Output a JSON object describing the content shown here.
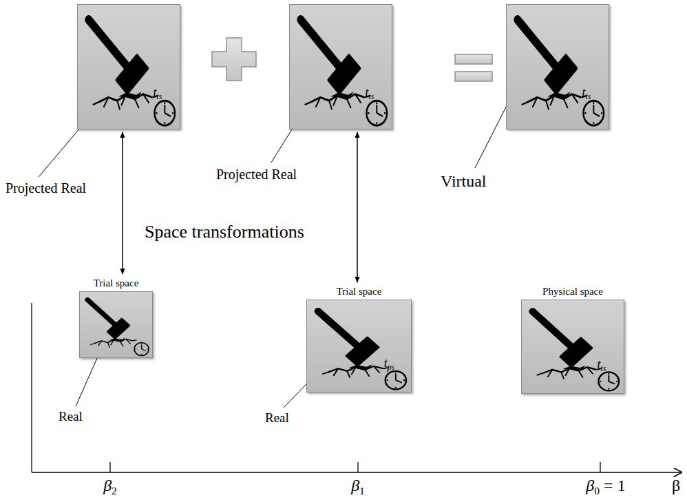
{
  "diagram": {
    "nodes": [
      {
        "text": [
          "tts"
        ]
      },
      {
        "text": [
          "tts"
        ]
      },
      {
        "text": [
          "tts"
        ]
      },
      {
        "text": [
          "Trial space"
        ]
      },
      {
        "text": [
          "Trial space",
          "tps"
        ]
      },
      {
        "text": [
          "Physical space",
          "tts"
        ]
      }
    ],
    "edges": [
      {
        "from": 0,
        "to": 3,
        "arrow": "both"
      },
      {
        "from": 1,
        "to": 4,
        "arrow": "both"
      }
    ],
    "labels": [
      "Projected Real",
      "Projected Real",
      "Virtual",
      "Space transformations",
      "Real",
      "Real",
      "β2",
      "β1",
      "β0 = 1",
      "β"
    ]
  }
}
